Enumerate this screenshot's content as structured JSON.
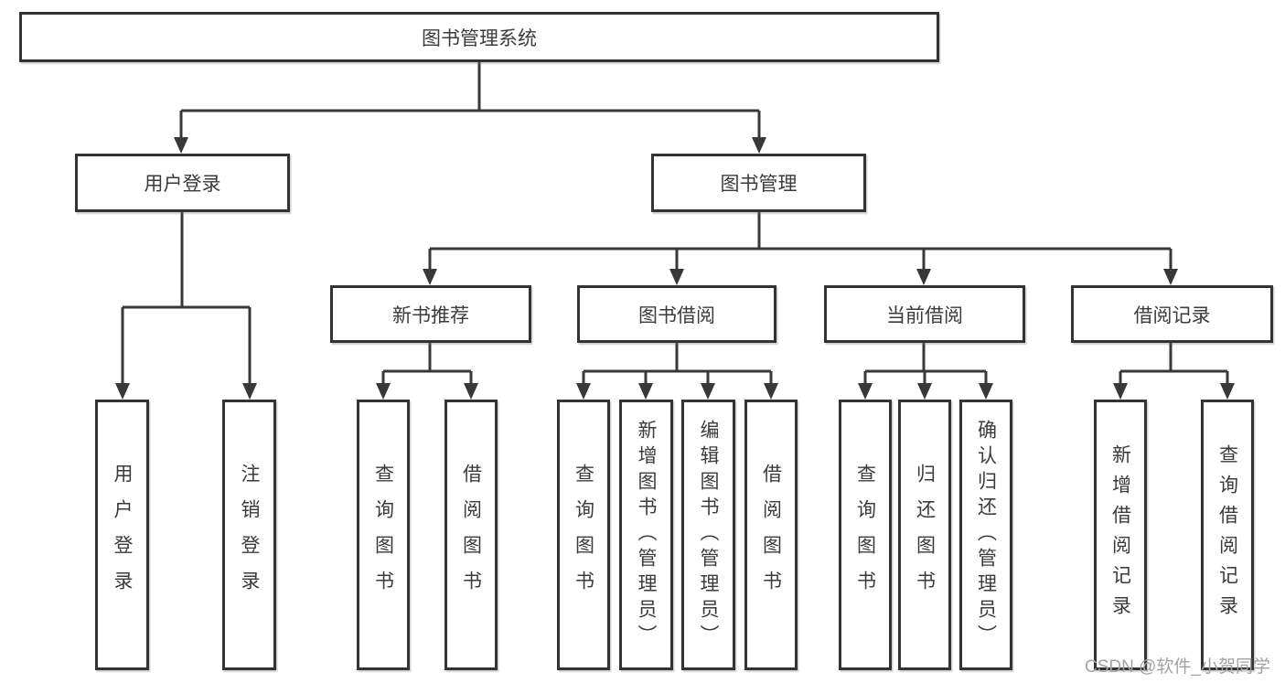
{
  "diagram": {
    "root": {
      "label": "图书管理系统"
    },
    "level2": [
      {
        "label": "用户登录"
      },
      {
        "label": "图书管理"
      }
    ],
    "level3": [
      {
        "label": "新书推荐"
      },
      {
        "label": "图书借阅"
      },
      {
        "label": "当前借阅"
      },
      {
        "label": "借阅记录"
      }
    ],
    "leaves": {
      "user_login": [
        {
          "label": "用户登录"
        },
        {
          "label": "注销登录"
        }
      ],
      "new_book": [
        {
          "label": "查询图书"
        },
        {
          "label": "借阅图书"
        }
      ],
      "book_borrow": [
        {
          "label": "查询图书"
        },
        {
          "label": "新增图书（管理员）"
        },
        {
          "label": "编辑图书（管理员）"
        },
        {
          "label": "借阅图书"
        }
      ],
      "current_borrow": [
        {
          "label": "查询图书"
        },
        {
          "label": "归还图书"
        },
        {
          "label": "确认归还（管理员）"
        }
      ],
      "borrow_records": [
        {
          "label": "新增借阅记录"
        },
        {
          "label": "查询借阅记录"
        }
      ]
    }
  },
  "watermark": {
    "text": "CSDN @软件_小贺同学"
  },
  "colors": {
    "line": "#383838",
    "border": "#333333",
    "text": "#3b3b3d",
    "watermark": "#a3a3a3",
    "background": "#ffffff"
  }
}
